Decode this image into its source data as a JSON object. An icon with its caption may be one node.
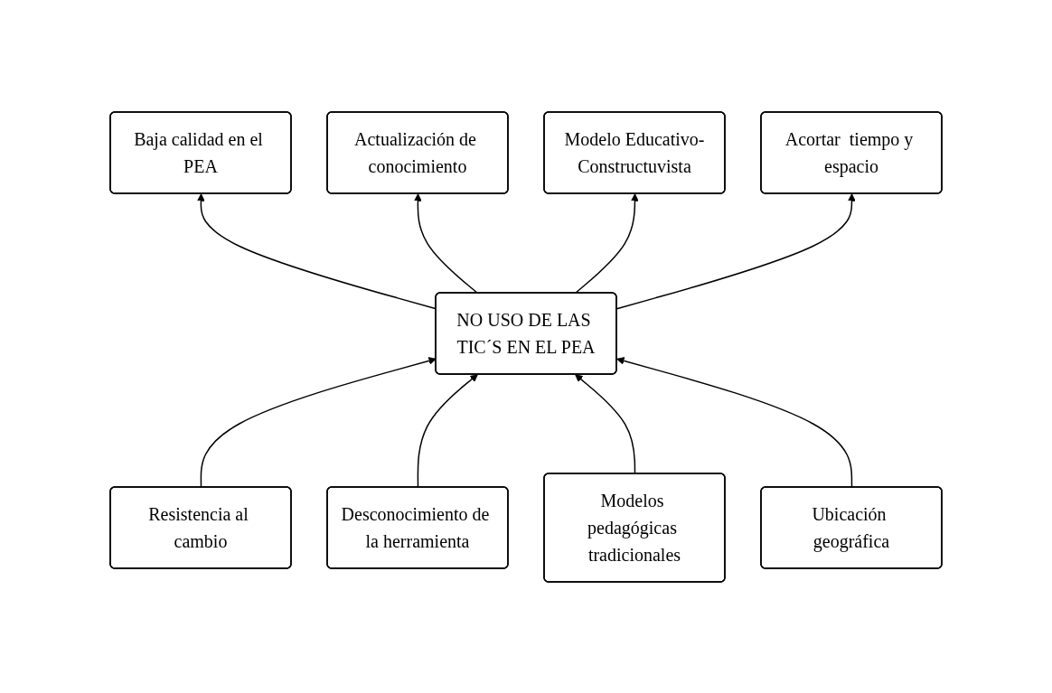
{
  "diagram": {
    "nodes": [
      {
        "text": [
          "Baja calidad en el PEA"
        ]
      },
      {
        "text": [
          "Actualización de conocimiento"
        ]
      },
      {
        "text": [
          "Modelo Educativo-Constructuvista"
        ]
      },
      {
        "text": [
          "Acortar  tiempo y espacio"
        ]
      },
      {
        "text": [
          "NO USO DE LAS TIC´S EN EL PEA"
        ]
      },
      {
        "text": [
          "Resistencia al cambio"
        ]
      },
      {
        "text": [
          "Desconocimiento de la herramienta"
        ]
      },
      {
        "text": [
          "Modelos pedagógicas tradicionales"
        ]
      },
      {
        "text": [
          "Ubicación geográfica"
        ]
      }
    ],
    "edges": [
      {
        "from": 4,
        "to": 0,
        "arrow": "to"
      },
      {
        "from": 4,
        "to": 1,
        "arrow": "to"
      },
      {
        "from": 4,
        "to": 2,
        "arrow": "to"
      },
      {
        "from": 4,
        "to": 3,
        "arrow": "to"
      },
      {
        "from": 5,
        "to": 4,
        "arrow": "to"
      },
      {
        "from": 6,
        "to": 4,
        "arrow": "to"
      },
      {
        "from": 7,
        "to": 4,
        "arrow": "to"
      },
      {
        "from": 8,
        "to": 4,
        "arrow": "to"
      }
    ]
  }
}
